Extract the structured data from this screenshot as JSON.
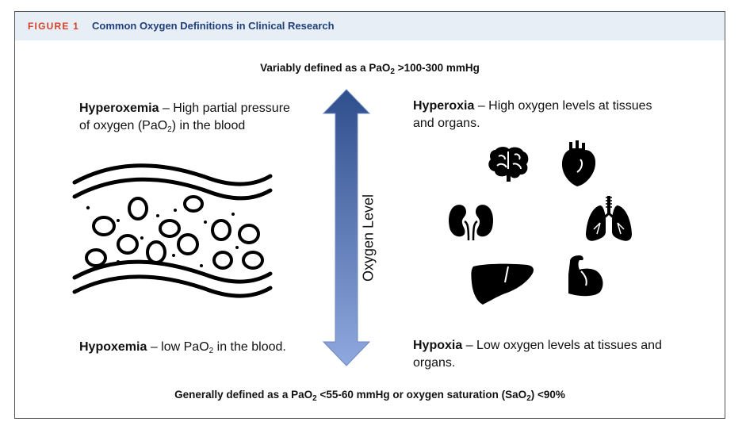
{
  "header": {
    "figure_label": "FIGURE 1",
    "title": "Common Oxygen Definitions in Clinical Research"
  },
  "top_definition": {
    "prefix": "Variably defined as a PaO",
    "sub": "2",
    "suffix": " >100-300 mmHg"
  },
  "hyperoxemia": {
    "term": "Hyperoxemia",
    "line1": " – High partial pressure",
    "line2_prefix": "of oxygen (PaO",
    "line2_sub": "2",
    "line2_suffix": ") in the blood"
  },
  "hyperoxia": {
    "term": "Hyperoxia",
    "line1": " – High oxygen levels at tissues",
    "line2": "and organs."
  },
  "hypoxemia": {
    "term": "Hypoxemia",
    "prefix": " – low PaO",
    "sub": "2",
    "suffix": " in the blood."
  },
  "hypoxia": {
    "term": "Hypoxia",
    "line1": " – Low oxygen levels at tissues and",
    "line2": "organs."
  },
  "axis": {
    "label": "Oxygen Level"
  },
  "bottom_definition": {
    "prefix": "Generally defined as a PaO",
    "sub1": "2",
    "middle": " <55-60 mmHg or oxygen saturation (SaO",
    "sub2": "2",
    "suffix": ") <90%"
  },
  "icons": [
    "brain-icon",
    "heart-icon",
    "kidneys-icon",
    "lungs-icon",
    "liver-icon",
    "muscle-icon"
  ],
  "colors": {
    "accent_red": "#d8402a",
    "title_blue": "#1f3f7a",
    "header_bg": "#e7eef6",
    "arrow_dark": "#2e4e8c",
    "arrow_light": "#8fa8df"
  }
}
